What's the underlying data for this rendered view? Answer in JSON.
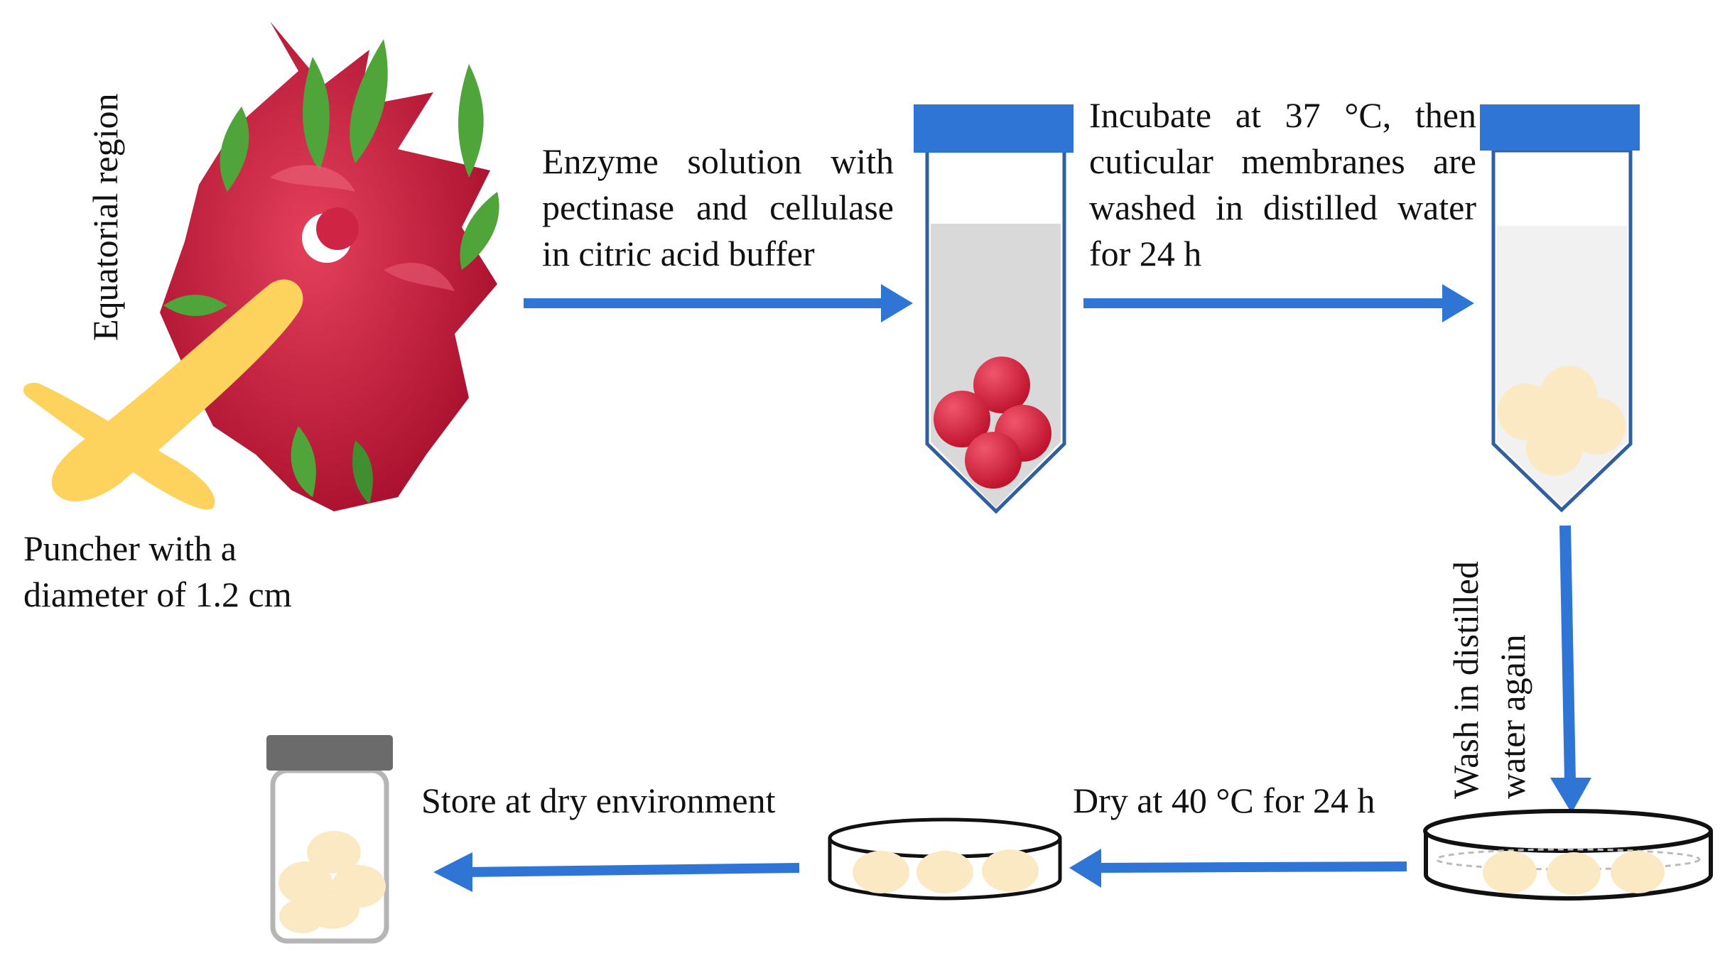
{
  "labels": {
    "equatorial_region": "Equatorial region",
    "puncher": [
      "Puncher with a",
      "diameter of 1.2 cm"
    ],
    "enzyme": [
      "Enzyme solution with",
      "pectinase and cellulase",
      "in citric acid buffer"
    ],
    "incubate": [
      "Incubate at 37 °C, then",
      "cuticular membranes are",
      "washed in distilled water",
      "for 24 h"
    ],
    "wash_again": [
      "Wash in distilled",
      "water again"
    ],
    "dry": "Dry at 40 °C for 24 h",
    "store": "Store at dry environment"
  },
  "colors": {
    "arrow": "#2e75d6",
    "tube_cap": "#2e75d6",
    "tube_outline": "#2f5f9f",
    "fruit_red": "#cc1f3f",
    "fruit_bract": "#5fae3a",
    "puncher": "#fdd35e",
    "sample_red": "#d81f3a",
    "membrane": "#fbe9c4",
    "jar_cap": "#6b6b6b"
  },
  "icons": [
    "dragon-fruit-icon",
    "puncher-icon",
    "centrifuge-tube-icon",
    "petri-dish-icon",
    "storage-jar-icon"
  ]
}
